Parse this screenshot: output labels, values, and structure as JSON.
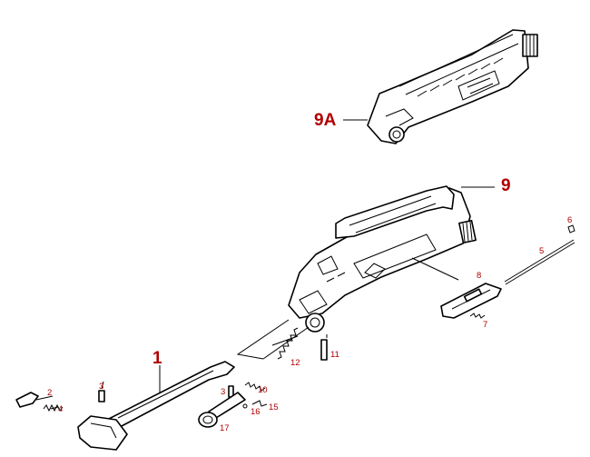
{
  "colors": {
    "callout": "#b00000",
    "ink": "#000000",
    "background": "#ffffff"
  },
  "callouts": {
    "upper_receiver_alt": "9A",
    "upper_receiver": "9",
    "charging_handle": "1",
    "latch": "2",
    "roll_pin_latch": "3",
    "latch_spring": "4",
    "ejection_port_rod": "5",
    "rod_clip": "6",
    "cover_spring": "7",
    "ejection_port_cover": "8",
    "pawl_spring": "10",
    "roll_pin_pawl": "11",
    "forward_assist_spring": "12",
    "roll_pin_assist": "3",
    "pawl": "15",
    "pawl_detent": "16",
    "forward_assist_plunger": "17"
  }
}
